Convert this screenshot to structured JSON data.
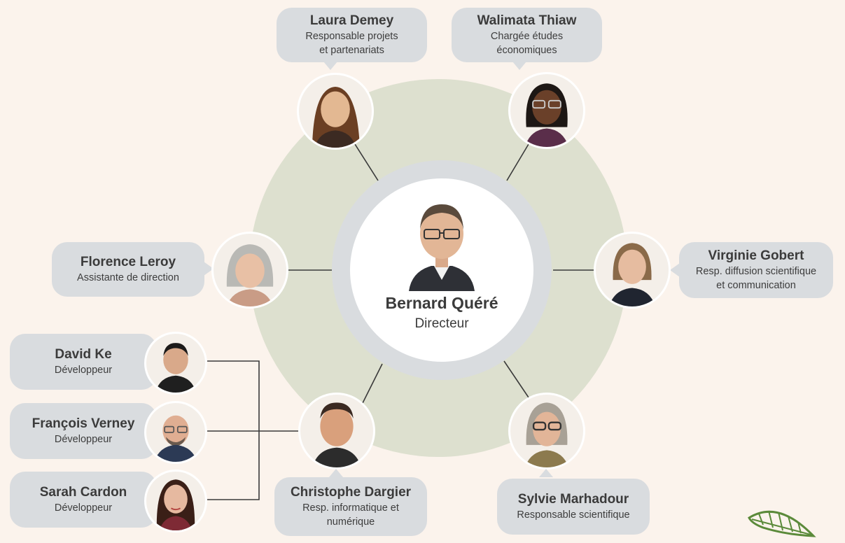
{
  "center": {
    "name": "Bernard Quéré",
    "role": "Directeur"
  },
  "members": [
    {
      "name": "Laura Demey",
      "role_lines": [
        "Responsable projets",
        "et partenariats"
      ]
    },
    {
      "name": "Walimata Thiaw",
      "role_lines": [
        "Chargée études",
        "économiques"
      ]
    },
    {
      "name": "Florence Leroy",
      "role_lines": [
        "Assistante de direction"
      ]
    },
    {
      "name": "Virginie Gobert",
      "role_lines": [
        "Resp. diffusion scientifique",
        "et communication"
      ]
    },
    {
      "name": "Christophe Dargier",
      "role_lines": [
        "Resp. informatique et",
        "numérique"
      ]
    },
    {
      "name": "Sylvie Marhadour",
      "role_lines": [
        "Responsable scientifique"
      ]
    }
  ],
  "developers": [
    {
      "name": "David Ke",
      "role": "Développeur"
    },
    {
      "name": "François Verney",
      "role": "Développeur"
    },
    {
      "name": "Sarah Cardon",
      "role": "Développeur"
    }
  ],
  "colors": {
    "background": "#fbf3ec",
    "outer_ring": "#dde0cf",
    "inner_ring": "#d9dcdf",
    "bubble": "#d9dcdf",
    "text": "#3b3b3b",
    "connector": "#3a3a3a",
    "leaf_green": "#5b8a3a"
  },
  "icons": {
    "photo": "person-portrait-icon",
    "decoration": "leaf-icon"
  }
}
